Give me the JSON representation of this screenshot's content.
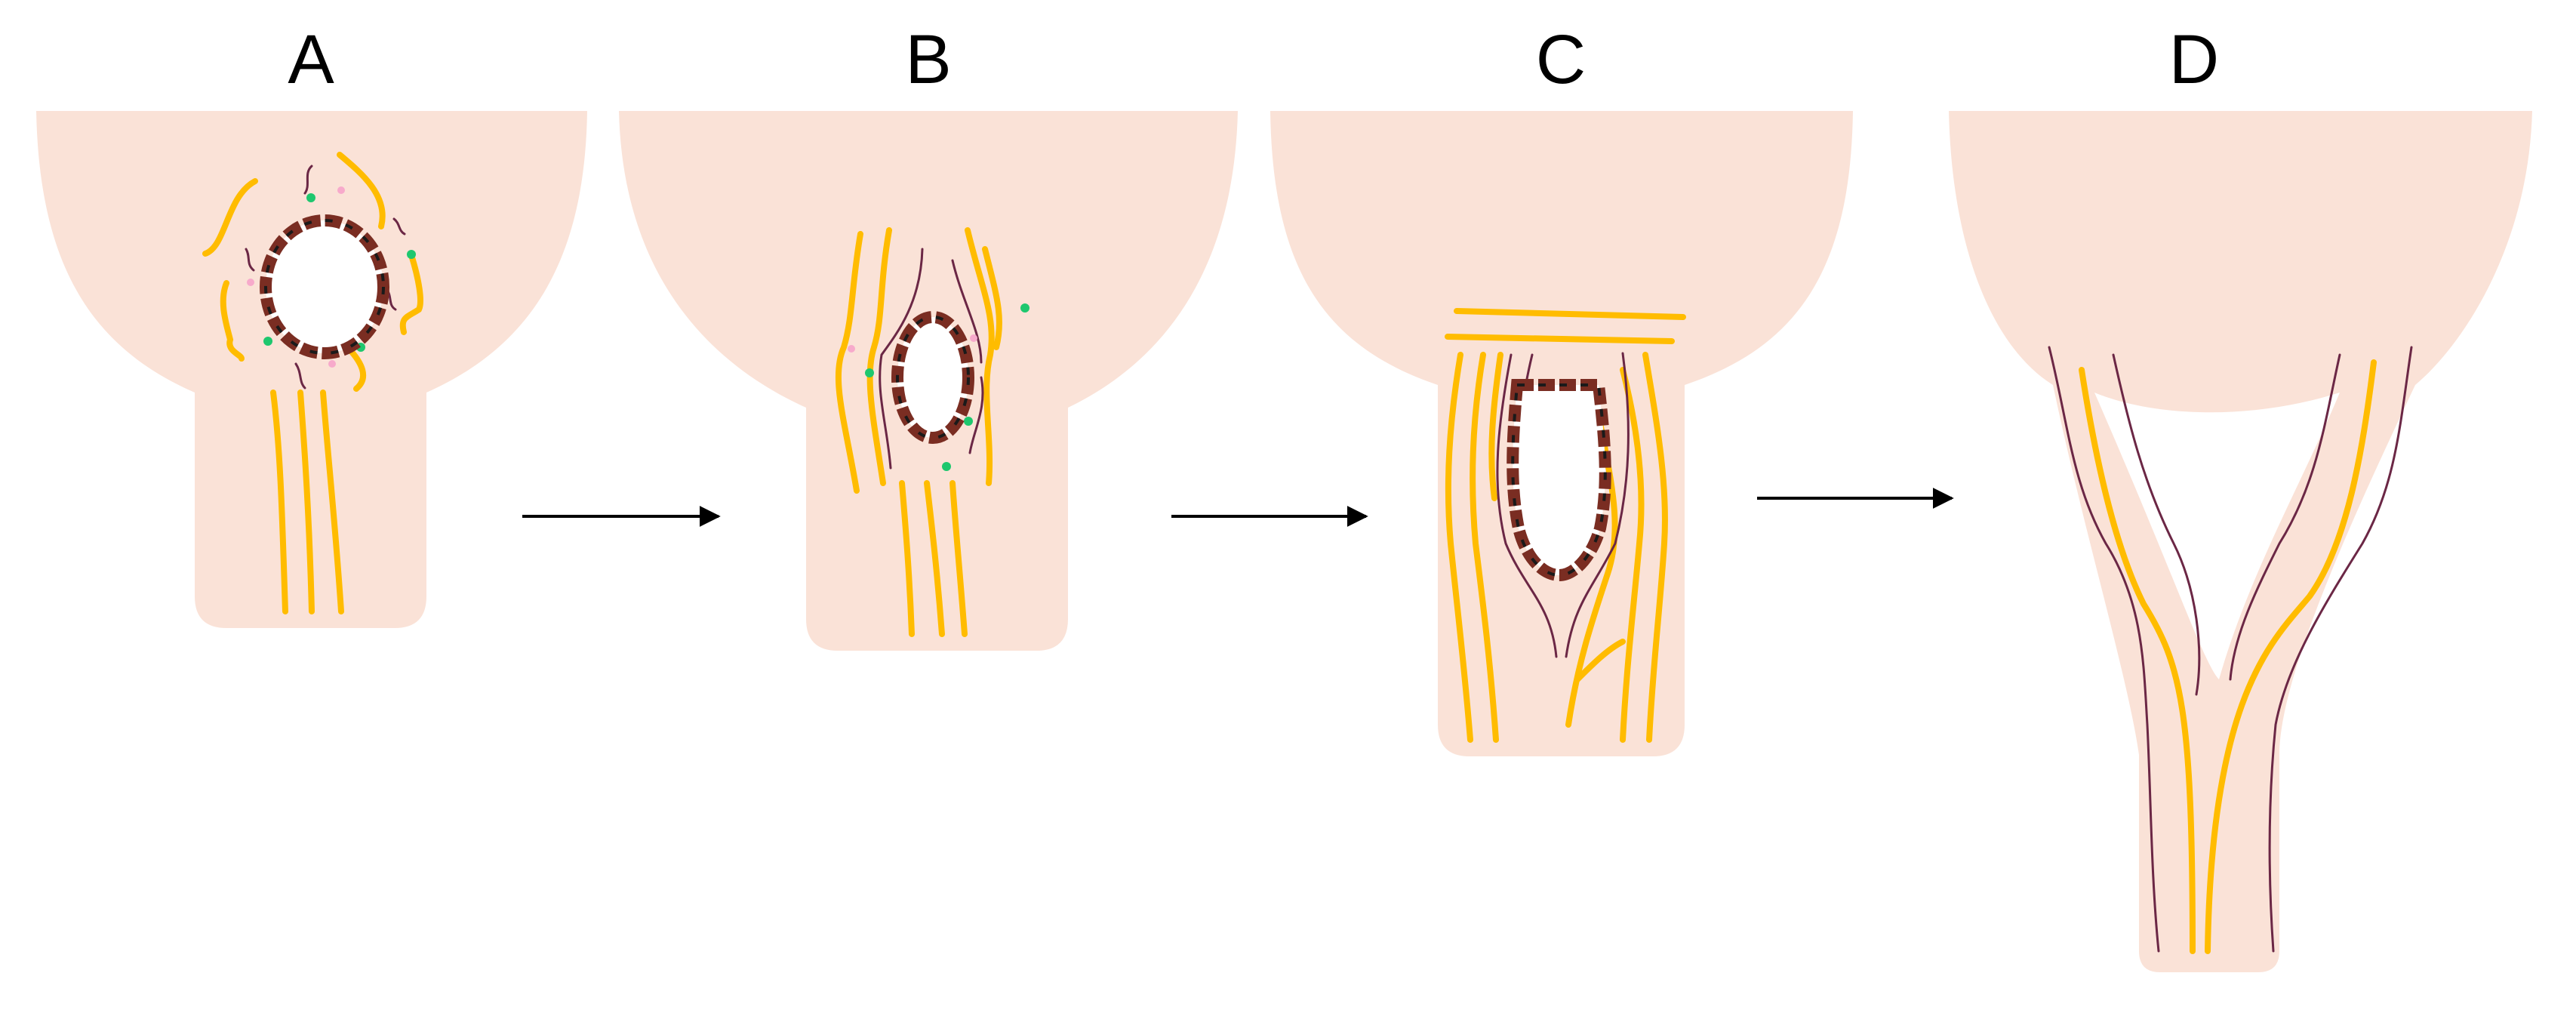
{
  "panels": [
    {
      "label": "A"
    },
    {
      "label": "B"
    },
    {
      "label": "C"
    },
    {
      "label": "D"
    }
  ],
  "colors": {
    "tissue": "#fae2d7",
    "fiber": "#ffbc00",
    "vessel": "#6b2745",
    "cell_fill": "#7a2d22",
    "cell_core": "#1a1a1a",
    "green_dot": "#1ec76e",
    "pink_dot": "#f7aacb",
    "arrow": "#000000"
  }
}
